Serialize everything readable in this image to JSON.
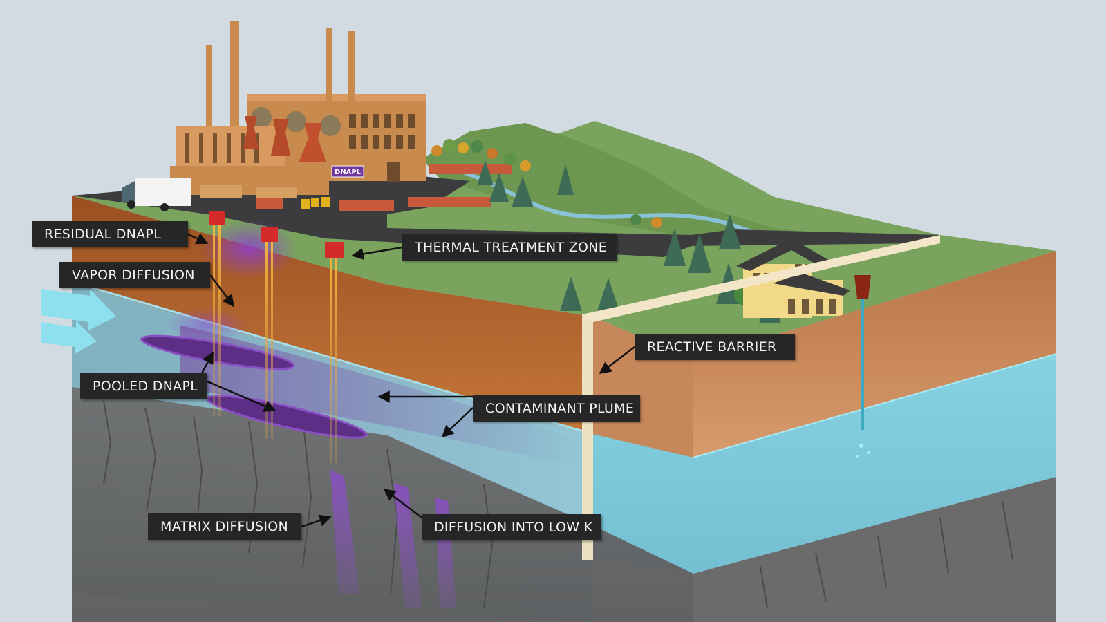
{
  "labels": {
    "residual_dnapl": "RESIDUAL DNAPL",
    "vapor_diffusion": "VAPOR DIFFUSION",
    "pooled_dnapl": "POOLED DNAPL",
    "thermal_treatment_zone": "THERMAL TREATMENT ZONE",
    "reactive_barrier": "REACTIVE BARRIER",
    "contaminant_plume": "CONTAMINANT PLUME",
    "matrix_diffusion": "MATRIX DIFFUSION",
    "diffusion_into_low_k": "DIFFUSION INTO LOW K"
  },
  "factory_sign": "DNAPL",
  "colors": {
    "background": "#d3dbe2",
    "grass": "#7aa35e",
    "soil": "#b76a36",
    "groundwater": "#8fd0df",
    "bedrock": "#6f6f70",
    "contaminant": "#7a3fa0",
    "callout": "#262626",
    "heater": "#d42a2a",
    "barrier": "#efe2c3"
  }
}
